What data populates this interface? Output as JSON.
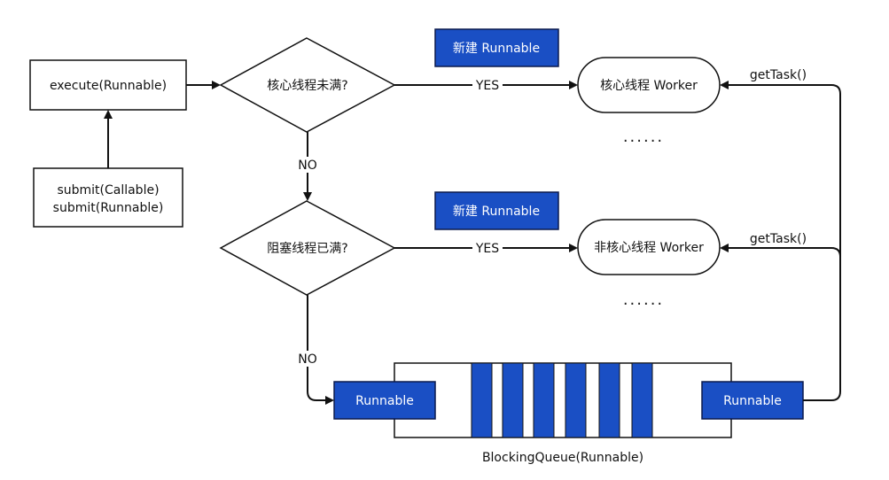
{
  "nodes": {
    "execute": "execute(Runnable)",
    "submit_line1": "submit(Callable)",
    "submit_line2": "submit(Runnable)",
    "core_full_question": "核心线程未满?",
    "block_full_question": "阻塞线程已满?",
    "new_runnable_top": "新建 Runnable",
    "new_runnable_mid": "新建 Runnable",
    "core_worker": "核心线程 Worker",
    "noncore_worker": "非核心线程 Worker",
    "ellipsis_top": "......",
    "ellipsis_mid": "......",
    "queue_in": "Runnable",
    "queue_out": "Runnable",
    "queue_label": "BlockingQueue(Runnable)"
  },
  "edges": {
    "yes_top": "YES",
    "yes_mid": "YES",
    "no_top": "NO",
    "no_bottom": "NO",
    "gettask_top": "getTask()",
    "gettask_mid": "getTask()"
  },
  "colors": {
    "accent": "#1a4fc4",
    "stroke": "#111111",
    "background": "#ffffff"
  }
}
